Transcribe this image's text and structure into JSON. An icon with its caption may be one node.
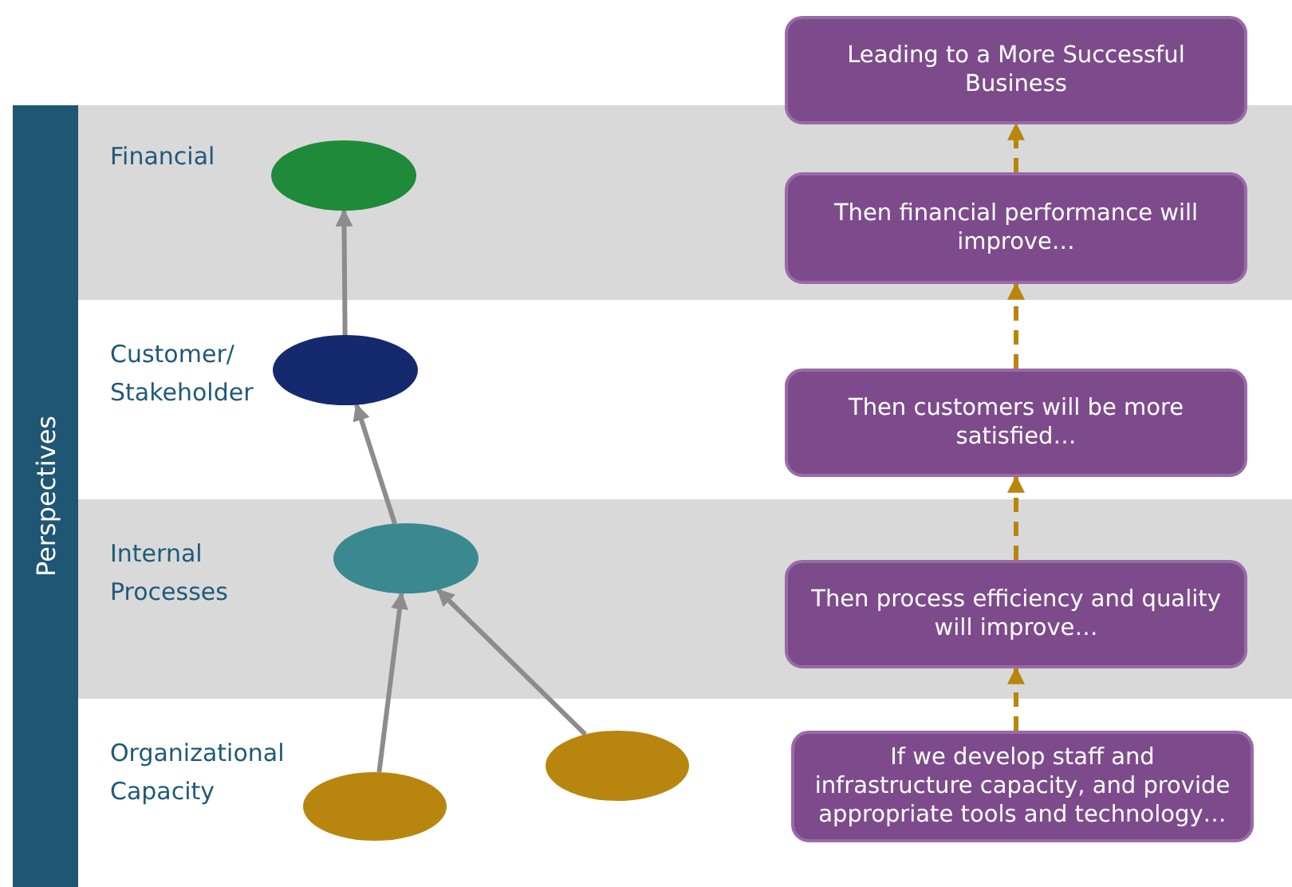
{
  "diagram": {
    "nodes": [
      {
        "text": [
          "Perspectives"
        ]
      },
      {
        "text": [
          "Financial"
        ]
      },
      {
        "text": [
          "Customer/ Stakeholder"
        ]
      },
      {
        "text": [
          "Internal Processes"
        ]
      },
      {
        "text": [
          "Organizational Capacity"
        ]
      },
      {
        "text": [],
        "shape": "ellipse",
        "in": 1
      },
      {
        "text": [],
        "shape": "ellipse",
        "in": 2
      },
      {
        "text": [],
        "shape": "ellipse",
        "in": 3
      },
      {
        "text": [],
        "shape": "ellipse",
        "in": 4
      },
      {
        "text": [],
        "shape": "ellipse",
        "in": 4
      },
      {
        "text": [
          "Leading to a More Successful Business"
        ]
      },
      {
        "text": [
          "Then financial performance will improve…"
        ],
        "in": 1
      },
      {
        "text": [
          "Then customers will be more satisfied…"
        ],
        "in": 2
      },
      {
        "text": [
          "Then process efficiency and quality will improve…"
        ],
        "in": 3
      },
      {
        "text": [
          "If we develop staff and infrastructure capacity, and provide appropriate tools and technology…"
        ],
        "in": 4
      }
    ],
    "edges": [
      {
        "from": 8,
        "to": 7,
        "arrow": "to"
      },
      {
        "from": 9,
        "to": 7,
        "arrow": "to"
      },
      {
        "from": 7,
        "to": 6,
        "arrow": "to"
      },
      {
        "from": 6,
        "to": 5,
        "arrow": "to"
      },
      {
        "from": 14,
        "to": 13,
        "arrow": "to",
        "style": "dashed",
        "color": "#b8860b"
      },
      {
        "from": 13,
        "to": 12,
        "arrow": "to",
        "style": "dashed",
        "color": "#b8860b"
      },
      {
        "from": 12,
        "to": 11,
        "arrow": "to",
        "style": "dashed",
        "color": "#b8860b"
      },
      {
        "from": 11,
        "to": 10,
        "arrow": "to",
        "style": "dashed",
        "color": "#b8860b"
      }
    ]
  }
}
